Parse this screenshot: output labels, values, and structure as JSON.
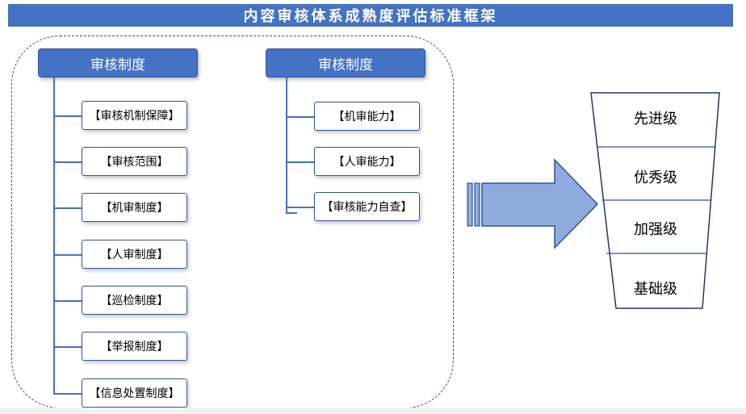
{
  "title": "内容审核体系成熟度评估标准框架",
  "left_group": {
    "header": "审核制度",
    "items": [
      "【审核机制保障】",
      "【审核范围】",
      "【机审制度】",
      "【人审制度】",
      "【巡检制度】",
      "【举报制度】",
      "【信息处置制度】"
    ]
  },
  "middle_group": {
    "header": "审核制度",
    "items": [
      "【机审能力】",
      "【人审能力】",
      "【审核能力自查】"
    ]
  },
  "funnel_levels": [
    "先进级",
    "优秀级",
    "加强级",
    "基础级"
  ],
  "colors": {
    "accent": "#4472c4",
    "accent_dark": "#2f5597",
    "arrow": "#8faadc"
  }
}
